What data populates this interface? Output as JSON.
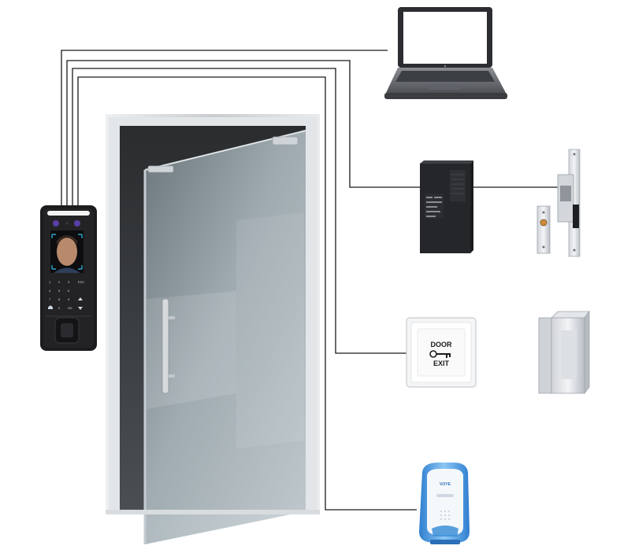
{
  "devices": {
    "terminal": {
      "keys": [
        "1",
        "2",
        "3",
        "ESC",
        "4",
        "5",
        "6",
        "7",
        "8",
        "9",
        "0",
        "OK"
      ]
    },
    "exit_button": {
      "line1": "DOOR",
      "line2": "EXIT"
    },
    "doorbell": {
      "brand": "VOYE"
    }
  },
  "colors": {
    "wire": "#1a1a1a",
    "frame": "#d7d9dc",
    "glass": "#9aa7ae",
    "terminal_body": "#1c1c1e",
    "doorbell_accent": "#3c8fd8"
  }
}
